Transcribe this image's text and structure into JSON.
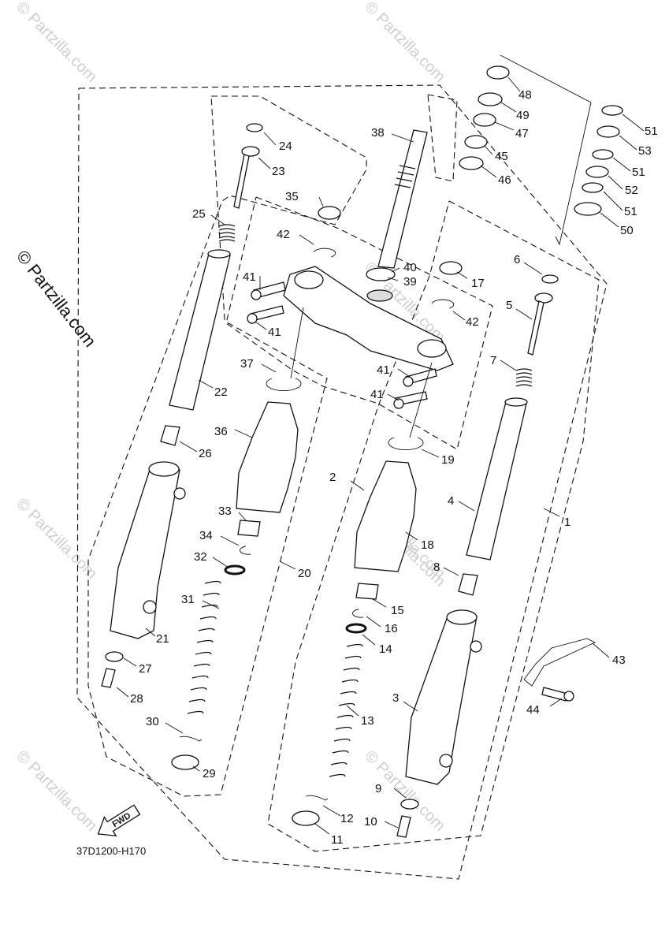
{
  "diagram": {
    "reference_code": "37D1200-H170",
    "direction_label": "FWD",
    "watermark": "© Partzilla.com",
    "callouts": [
      "1",
      "2",
      "3",
      "4",
      "5",
      "6",
      "7",
      "8",
      "9",
      "10",
      "11",
      "12",
      "13",
      "14",
      "15",
      "16",
      "17",
      "18",
      "19",
      "20",
      "21",
      "22",
      "23",
      "24",
      "25",
      "26",
      "27",
      "28",
      "29",
      "30",
      "31",
      "32",
      "33",
      "34",
      "35",
      "36",
      "37",
      "38",
      "39",
      "40",
      "41",
      "41",
      "41",
      "41",
      "42",
      "42",
      "43",
      "44",
      "45",
      "46",
      "47",
      "48",
      "49",
      "50",
      "51",
      "51",
      "51",
      "52",
      "53"
    ]
  }
}
